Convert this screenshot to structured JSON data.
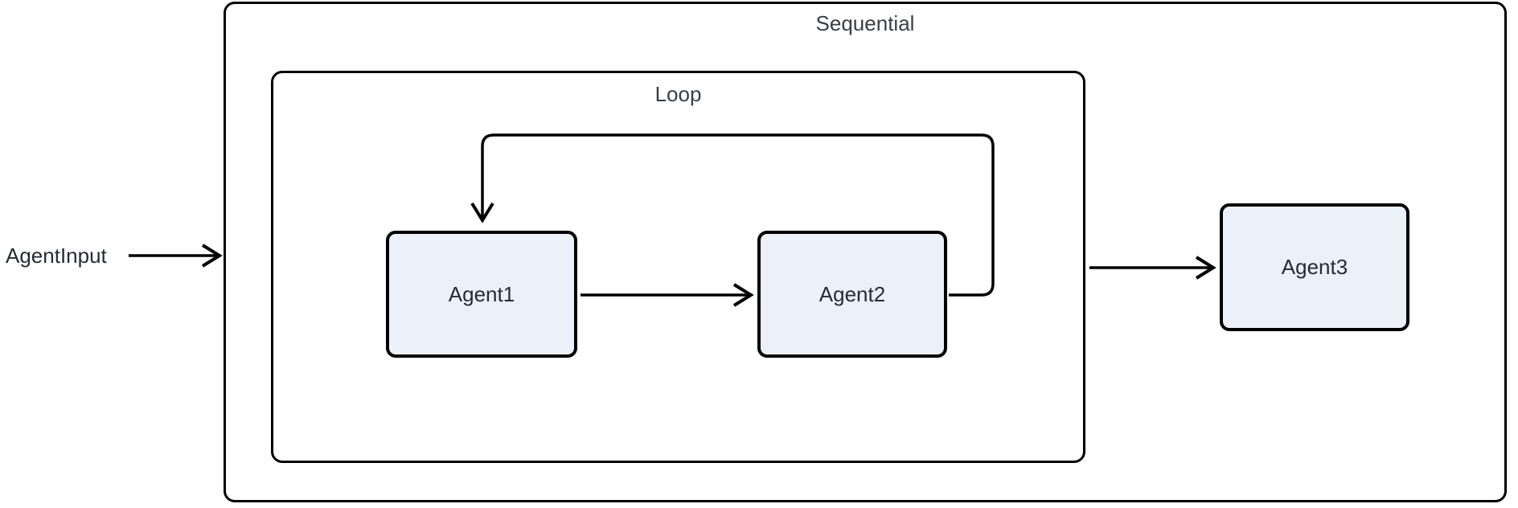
{
  "diagram": {
    "type": "flowchart",
    "direction": "left-to-right",
    "input_label": "AgentInput",
    "subgraphs": [
      {
        "id": "sequential",
        "label": "Sequential"
      },
      {
        "id": "loop",
        "label": "Loop",
        "parent": "sequential"
      }
    ],
    "nodes": [
      {
        "id": "agent1",
        "label": "Agent1",
        "parent": "loop"
      },
      {
        "id": "agent2",
        "label": "Agent2",
        "parent": "loop"
      },
      {
        "id": "agent3",
        "label": "Agent3",
        "parent": "sequential"
      }
    ],
    "edges": [
      {
        "from": "AgentInput",
        "to": "Sequential",
        "style": "straight-arrow"
      },
      {
        "from": "Agent1",
        "to": "Agent2",
        "style": "straight-arrow"
      },
      {
        "from": "Agent2",
        "to": "Agent1",
        "style": "loop-back-arrow"
      },
      {
        "from": "Loop",
        "to": "Agent3",
        "style": "straight-arrow"
      }
    ]
  },
  "theme": {
    "canvas-bg": "#ffffff",
    "node-fill": "#ECF0F9",
    "node-border": "#000000",
    "edge-color": "#000000",
    "label-color": "#262B36",
    "subgraph-label-color": "#383e47"
  }
}
